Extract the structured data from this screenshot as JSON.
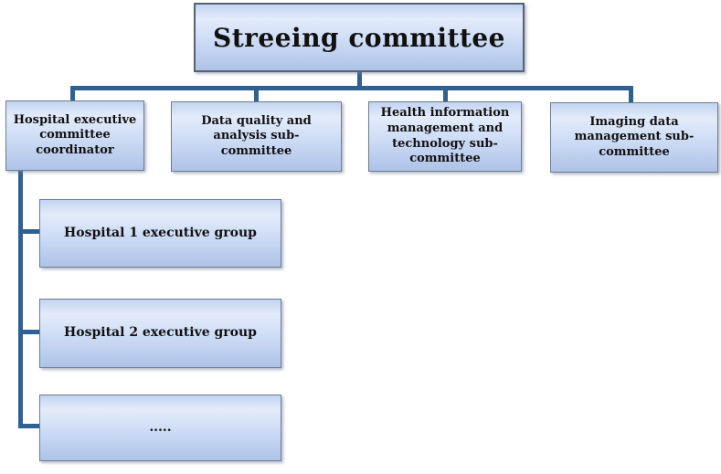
{
  "colors": {
    "background": "#ffffff",
    "connector": "#2e6191",
    "box_border": "#6f7d8e",
    "root_border": "#57636f",
    "fill_top": "#c3d4f1",
    "fill_shine": "#e4ecfb",
    "fill_mid": "#cfddf6",
    "fill_bottom": "#aec3e8",
    "text": "#111111"
  },
  "nodes": {
    "root": {
      "label": "Streeing committee"
    },
    "level2": [
      {
        "label": "Hospital executive\ncommittee\ncoordinator"
      },
      {
        "label": "Data quality and\nanalysis sub-\ncommittee"
      },
      {
        "label": "Health information\nmanagement and\ntechnology sub-\ncommittee"
      },
      {
        "label": "Imaging data\nmanagement sub-\ncommittee"
      }
    ],
    "level3": [
      {
        "label": "Hospital 1 executive group"
      },
      {
        "label": "Hospital 2 executive group"
      },
      {
        "label": "....."
      }
    ]
  }
}
